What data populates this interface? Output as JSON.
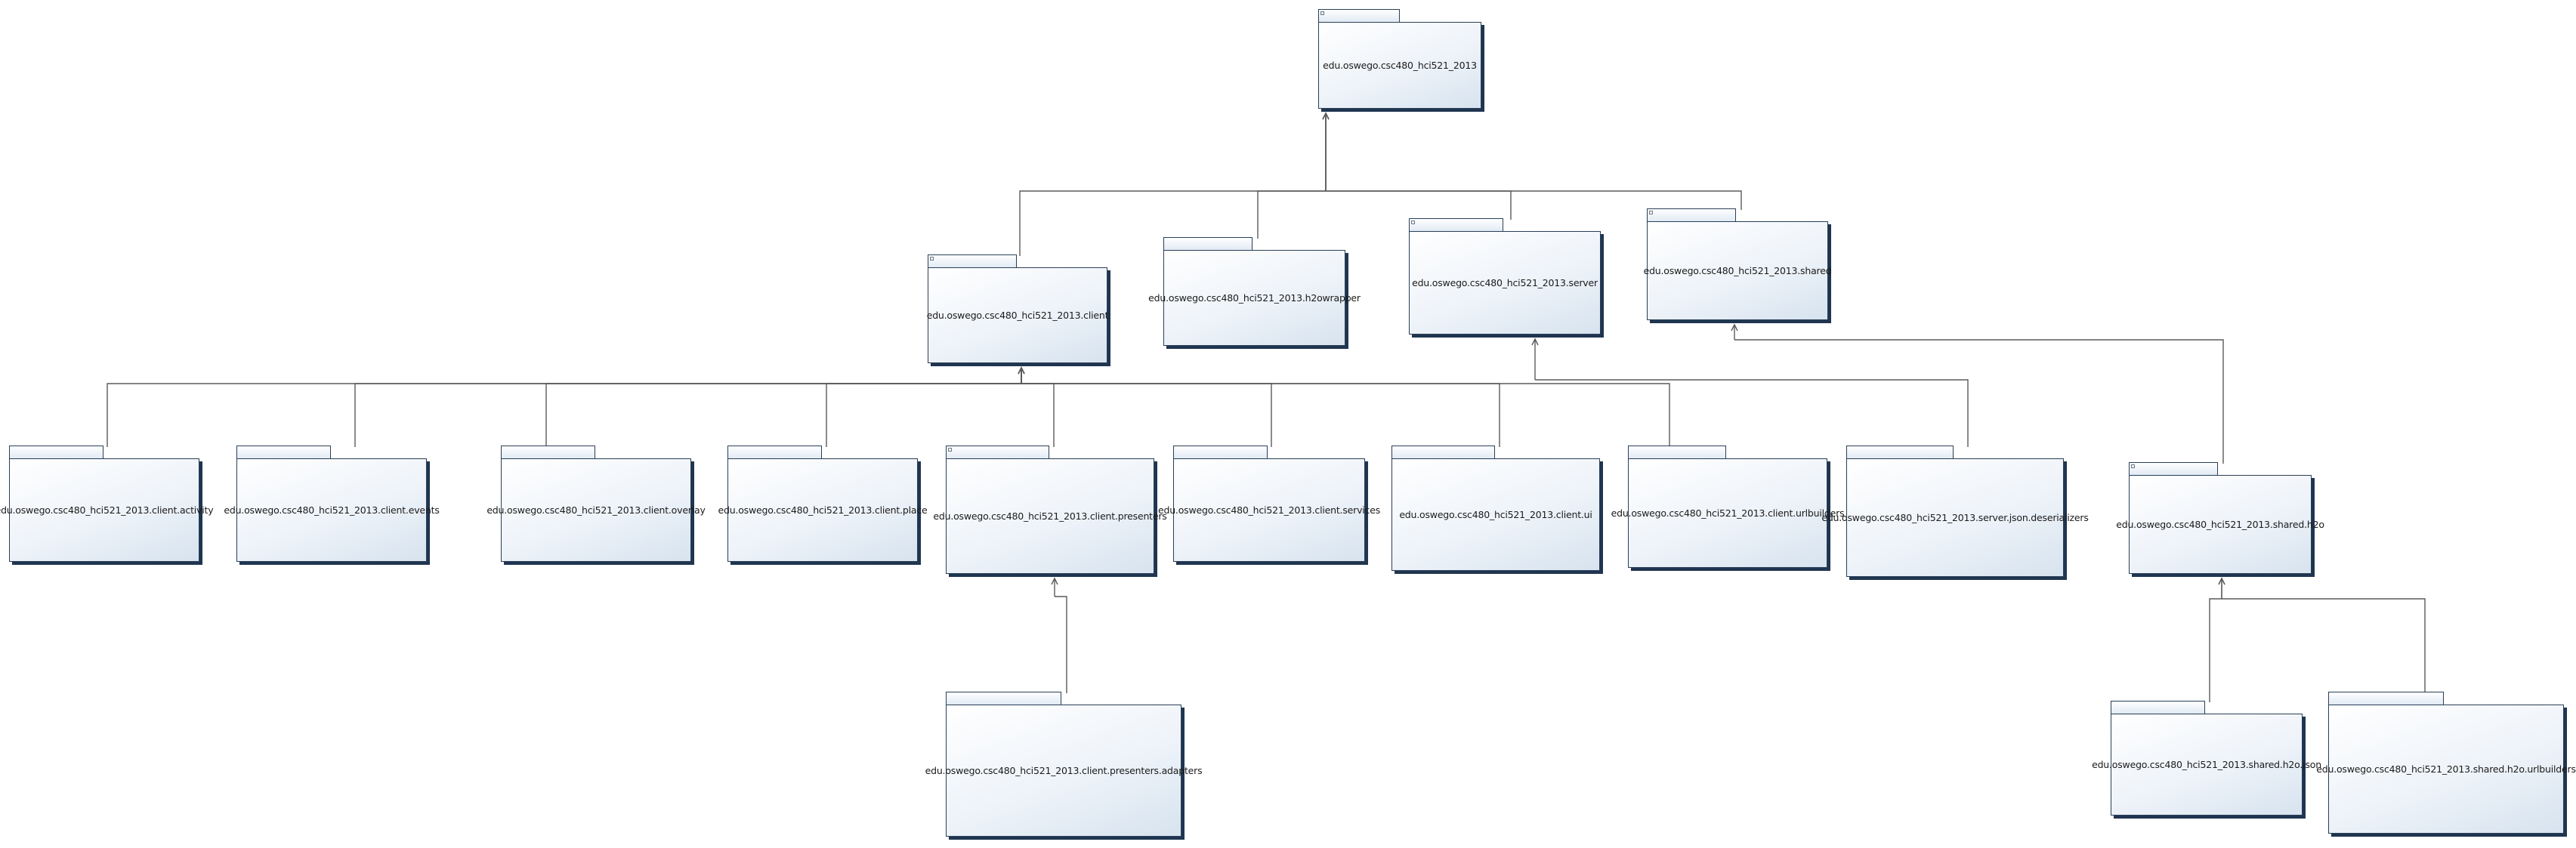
{
  "diagram": {
    "packages": [
      {
        "id": "root",
        "label": "edu.oswego.csc480_hci521_2013",
        "marked": true
      },
      {
        "id": "client",
        "label": "edu.oswego.csc480_hci521_2013.client",
        "marked": true
      },
      {
        "id": "h2owrapper",
        "label": "edu.oswego.csc480_hci521_2013.h2owrapper",
        "marked": false
      },
      {
        "id": "server",
        "label": "edu.oswego.csc480_hci521_2013.server",
        "marked": true
      },
      {
        "id": "shared",
        "label": "edu.oswego.csc480_hci521_2013.shared",
        "marked": true
      },
      {
        "id": "activity",
        "label": "edu.oswego.csc480_hci521_2013.client.activity",
        "marked": false
      },
      {
        "id": "events",
        "label": "edu.oswego.csc480_hci521_2013.client.events",
        "marked": false
      },
      {
        "id": "overlay",
        "label": "edu.oswego.csc480_hci521_2013.client.overlay",
        "marked": false
      },
      {
        "id": "place",
        "label": "edu.oswego.csc480_hci521_2013.client.place",
        "marked": false
      },
      {
        "id": "presenters",
        "label": "edu.oswego.csc480_hci521_2013.client.presenters",
        "marked": true
      },
      {
        "id": "services",
        "label": "edu.oswego.csc480_hci521_2013.client.services",
        "marked": false
      },
      {
        "id": "ui",
        "label": "edu.oswego.csc480_hci521_2013.client.ui",
        "marked": false
      },
      {
        "id": "urlbuilders",
        "label": "edu.oswego.csc480_hci521_2013.client.urlbuilders",
        "marked": false
      },
      {
        "id": "deserializers",
        "label": "edu.oswego.csc480_hci521_2013.server.json.deserializers",
        "marked": false
      },
      {
        "id": "h2o",
        "label": "edu.oswego.csc480_hci521_2013.shared.h2o",
        "marked": true
      },
      {
        "id": "adapters",
        "label": "edu.oswego.csc480_hci521_2013.client.presenters.adapters",
        "marked": false
      },
      {
        "id": "h2ojson",
        "label": "edu.oswego.csc480_hci521_2013.shared.h2o.json",
        "marked": false
      },
      {
        "id": "h2ourlbuilders",
        "label": "edu.oswego.csc480_hci521_2013.shared.h2o.urlbuilders",
        "marked": false
      }
    ],
    "dependencies": [
      {
        "from": "client",
        "to": "root"
      },
      {
        "from": "h2owrapper",
        "to": "root"
      },
      {
        "from": "server",
        "to": "root"
      },
      {
        "from": "shared",
        "to": "root"
      },
      {
        "from": "activity",
        "to": "client"
      },
      {
        "from": "events",
        "to": "client"
      },
      {
        "from": "overlay",
        "to": "client"
      },
      {
        "from": "place",
        "to": "client"
      },
      {
        "from": "presenters",
        "to": "client"
      },
      {
        "from": "services",
        "to": "client"
      },
      {
        "from": "ui",
        "to": "client"
      },
      {
        "from": "urlbuilders",
        "to": "client"
      },
      {
        "from": "deserializers",
        "to": "server"
      },
      {
        "from": "h2o",
        "to": "shared"
      },
      {
        "from": "adapters",
        "to": "presenters"
      },
      {
        "from": "h2ojson",
        "to": "h2o"
      },
      {
        "from": "h2ourlbuilders",
        "to": "h2o"
      }
    ],
    "colors": {
      "line": "#5a5a5a",
      "border": "#2a3f57"
    }
  }
}
